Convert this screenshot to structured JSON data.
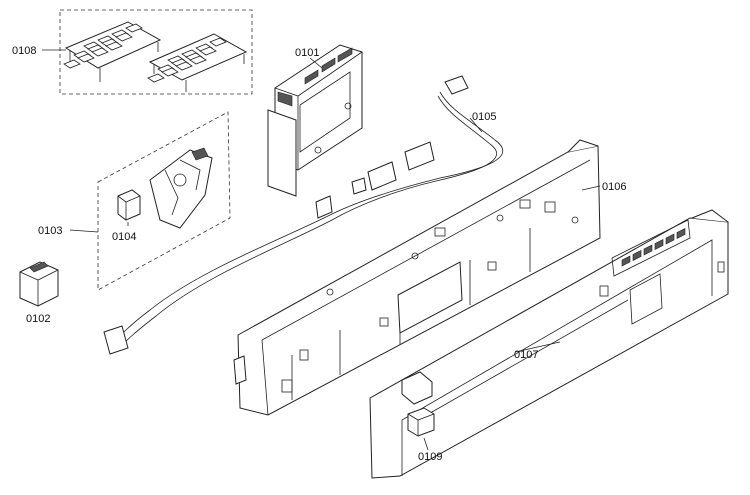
{
  "labels": {
    "p0101": "0101",
    "p0102": "0102",
    "p0103": "0103",
    "p0104": "0104",
    "p0105": "0105",
    "p0106": "0106",
    "p0107": "0107",
    "p0108": "0108",
    "p0109": "0109"
  }
}
